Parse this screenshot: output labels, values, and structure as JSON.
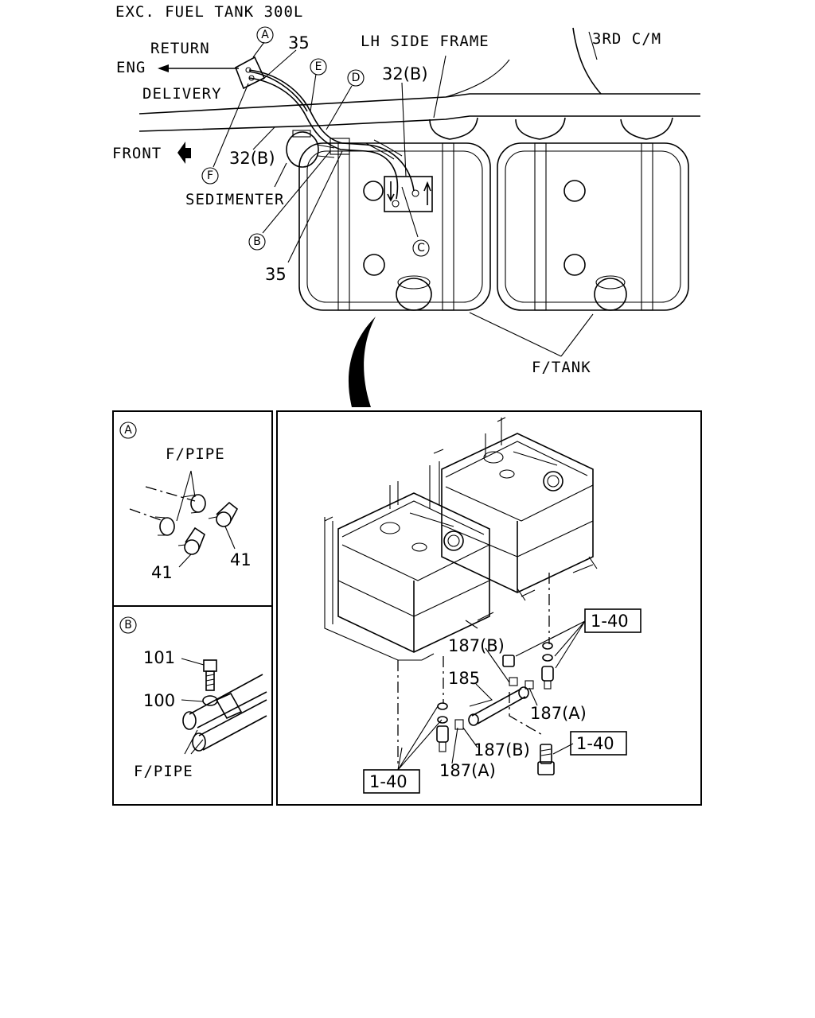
{
  "title": "EXC. FUEL TANK 300L",
  "labels": {
    "return": "RETURN",
    "eng": "ENG",
    "delivery": "DELIVERY",
    "front": "FRONT",
    "sedimenter": "SEDIMENTER",
    "lh_side_frame": "LH SIDE FRAME",
    "third_cm": "3RD C/M",
    "f_tank": "F/TANK",
    "f_pipe_a": "F/PIPE",
    "f_pipe_b": "F/PIPE"
  },
  "part_numbers": {
    "p35_top": "35",
    "p35_bottom": "35",
    "p32b_top": "32(B)",
    "p32b_left": "32(B)",
    "p41_left": "41",
    "p41_right": "41",
    "p101": "101",
    "p100": "100",
    "p187b_top": "187(B)",
    "p185": "185",
    "p187a_right": "187(A)",
    "p187b_bottom": "187(B)",
    "p187a_bottom": "187(A)"
  },
  "ref_boxes": {
    "ref_right_top": "1-40",
    "ref_right_bottom": "1-40",
    "ref_left_bottom": "1-40"
  },
  "callouts": {
    "A": "A",
    "B": "B",
    "C": "C",
    "D": "D",
    "E": "E",
    "F": "F",
    "panel_a": "A",
    "panel_b": "B"
  }
}
